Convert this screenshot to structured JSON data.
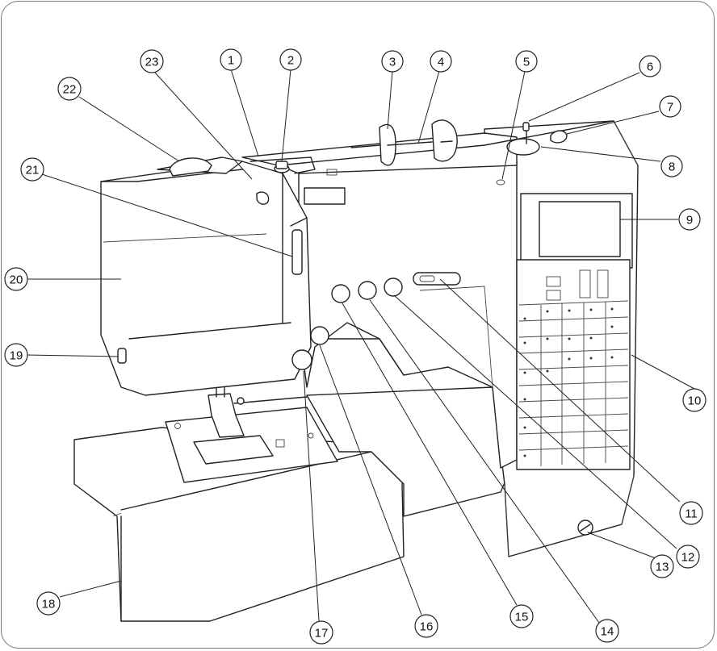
{
  "diagram": {
    "callouts": [
      {
        "id": "c1",
        "number": "1"
      },
      {
        "id": "c2",
        "number": "2"
      },
      {
        "id": "c3",
        "number": "3"
      },
      {
        "id": "c4",
        "number": "4"
      },
      {
        "id": "c5",
        "number": "5"
      },
      {
        "id": "c6",
        "number": "6"
      },
      {
        "id": "c7",
        "number": "7"
      },
      {
        "id": "c8",
        "number": "8"
      },
      {
        "id": "c9",
        "number": "9"
      },
      {
        "id": "c10",
        "number": "10"
      },
      {
        "id": "c11",
        "number": "11"
      },
      {
        "id": "c12",
        "number": "12"
      },
      {
        "id": "c13",
        "number": "13"
      },
      {
        "id": "c14",
        "number": "14"
      },
      {
        "id": "c15",
        "number": "15"
      },
      {
        "id": "c16",
        "number": "16"
      },
      {
        "id": "c17",
        "number": "17"
      },
      {
        "id": "c18",
        "number": "18"
      },
      {
        "id": "c19",
        "number": "19"
      },
      {
        "id": "c20",
        "number": "20"
      },
      {
        "id": "c21",
        "number": "21"
      },
      {
        "id": "c22",
        "number": "22"
      },
      {
        "id": "c23",
        "number": "23"
      }
    ]
  }
}
